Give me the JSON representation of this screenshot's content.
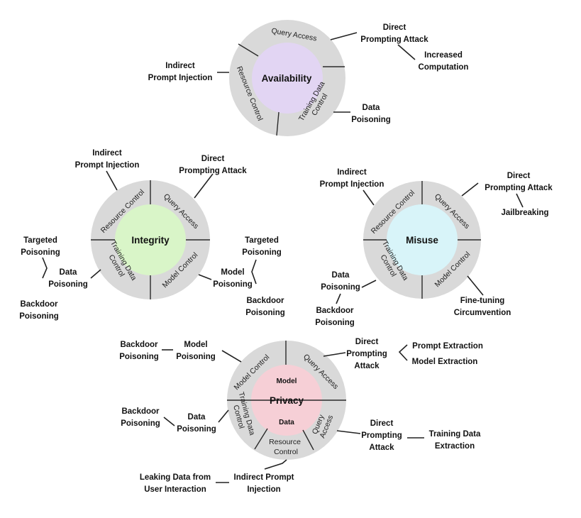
{
  "colors": {
    "ring": "#d9d9d9",
    "availability": "#e2d5f3",
    "integrity": "#d9f5c8",
    "misuse": "#d8f4f9",
    "privacy": "#f6cfd6"
  },
  "availability": {
    "center": "Availability",
    "ring": {
      "query": "Query Access",
      "resource": "Resource Control",
      "training": [
        "Training Data",
        "Control"
      ]
    },
    "labels": {
      "direct": [
        "Direct",
        "Prompting Attack"
      ],
      "increased": [
        "Increased",
        "Computation"
      ],
      "indirect": [
        "Indirect",
        "Prompt Injection"
      ],
      "data": [
        "Data",
        "Poisoning"
      ]
    }
  },
  "integrity": {
    "center": "Integrity",
    "ring": {
      "resource": "Resource Control",
      "query": "Query Access",
      "training": [
        "Training Data",
        "Control"
      ],
      "model": "Model Control"
    },
    "labels": {
      "indirect": [
        "Indirect",
        "Prompt Injection"
      ],
      "direct": [
        "Direct",
        "Prompting Attack"
      ],
      "targeted_left": [
        "Targeted",
        "Poisoning"
      ],
      "data": [
        "Data",
        "Poisoning"
      ],
      "backdoor_left": [
        "Backdoor",
        "Poisoning"
      ],
      "targeted_right": [
        "Targeted",
        "Poisoning"
      ],
      "model": [
        "Model",
        "Poisoning"
      ],
      "backdoor_right": [
        "Backdoor",
        "Poisoning"
      ]
    }
  },
  "misuse": {
    "center": "Misuse",
    "ring": {
      "resource": "Resource Control",
      "query": "Query Access",
      "training": [
        "Training Data",
        "Control"
      ],
      "model": "Model Control"
    },
    "labels": {
      "indirect": [
        "Indirect",
        "Prompt Injection"
      ],
      "direct": [
        "Direct",
        "Prompting Attack"
      ],
      "jailbreaking": [
        "Jailbreaking"
      ],
      "data": [
        "Data",
        "Poisoning"
      ],
      "backdoor": [
        "Backdoor",
        "Poisoning"
      ],
      "finetuning": [
        "Fine-tuning",
        "Circumvention"
      ]
    }
  },
  "privacy": {
    "center": "Privacy",
    "model": "Model",
    "data": "Data",
    "ring": {
      "model": "Model Control",
      "query_top": "Query Access",
      "training": [
        "Training Data",
        "Control"
      ],
      "query_bottom": [
        "Query",
        "Access"
      ],
      "resource": [
        "Resource",
        "Control"
      ]
    },
    "labels": {
      "backdoor_top": [
        "Backdoor",
        "Poisoning"
      ],
      "model": [
        "Model",
        "Poisoning"
      ],
      "direct_top": [
        "Direct",
        "Prompting",
        "Attack"
      ],
      "prompt_extraction": [
        "Prompt Extraction"
      ],
      "model_extraction": [
        "Model Extraction"
      ],
      "backdoor_mid": [
        "Backdoor",
        "Poisoning"
      ],
      "data": [
        "Data",
        "Poisoning"
      ],
      "direct_bottom": [
        "Direct",
        "Prompting",
        "Attack"
      ],
      "training_extraction": [
        "Training Data",
        "Extraction"
      ],
      "leaking": [
        "Leaking Data from",
        "User Interaction"
      ],
      "indirect": [
        "Indirect Prompt",
        "Injection"
      ]
    }
  }
}
